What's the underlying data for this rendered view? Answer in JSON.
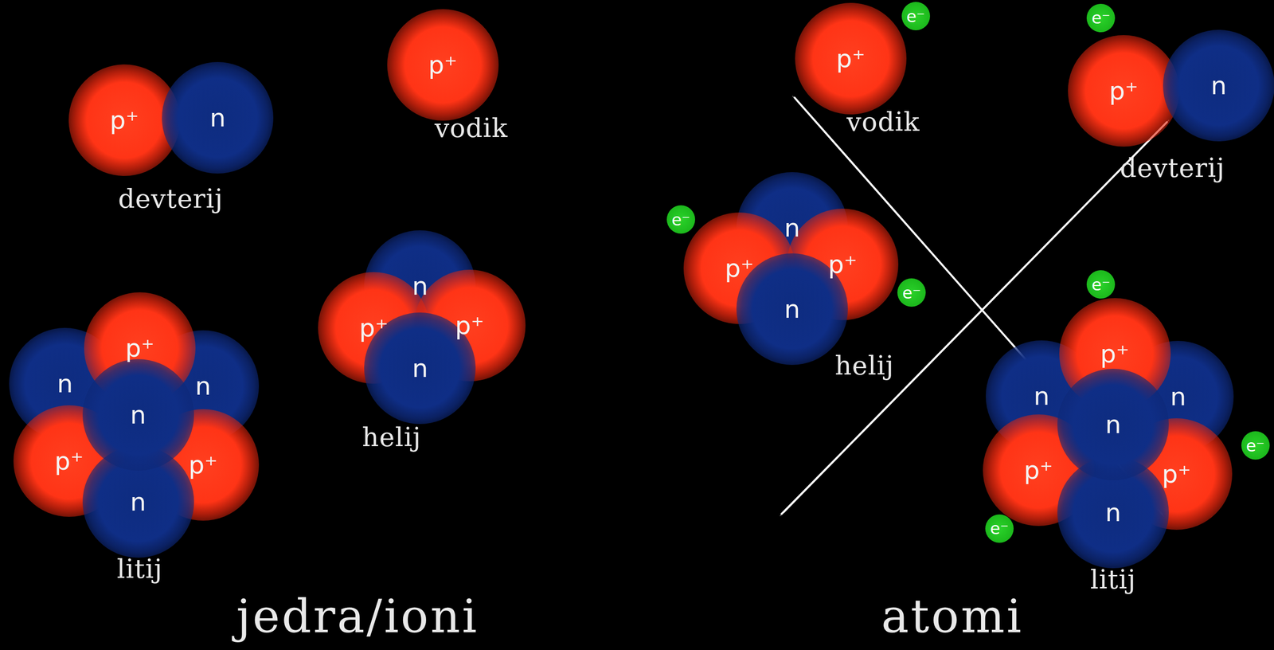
{
  "diagram": {
    "nodes": [
      {
        "text": [
          "p⁺"
        ]
      },
      {
        "text": [
          "n"
        ]
      },
      {
        "text": [
          "p⁺"
        ]
      },
      {
        "text": [
          "n"
        ]
      },
      {
        "text": [
          "n"
        ]
      },
      {
        "text": [
          "p⁺"
        ]
      },
      {
        "text": [
          "p⁺"
        ]
      },
      {
        "text": [
          "p⁺"
        ]
      },
      {
        "text": [
          "n"
        ]
      },
      {
        "text": [
          "n"
        ]
      },
      {
        "text": [
          "n"
        ]
      },
      {
        "text": [
          "p⁺"
        ]
      },
      {
        "text": [
          "p⁺"
        ]
      },
      {
        "text": [
          "n"
        ]
      },
      {
        "text": [
          "p⁺"
        ]
      },
      {
        "text": [
          "e⁻"
        ]
      },
      {
        "text": [
          "e⁻"
        ]
      },
      {
        "text": [
          "p⁺"
        ]
      },
      {
        "text": [
          "n"
        ]
      },
      {
        "text": [
          "e⁻"
        ]
      },
      {
        "text": [
          "n"
        ]
      },
      {
        "text": [
          "p⁺"
        ]
      },
      {
        "text": [
          "p⁺"
        ]
      },
      {
        "text": [
          "n"
        ]
      },
      {
        "text": [
          "e⁻"
        ]
      },
      {
        "text": [
          "e⁻"
        ]
      },
      {
        "text": [
          "n"
        ]
      },
      {
        "text": [
          "n"
        ]
      },
      {
        "text": [
          "p⁺"
        ]
      },
      {
        "text": [
          "p⁺"
        ]
      },
      {
        "text": [
          "p⁺"
        ]
      },
      {
        "text": [
          "n"
        ]
      },
      {
        "text": [
          "n"
        ]
      },
      {
        "text": [
          "e⁻"
        ]
      },
      {
        "text": [
          "e⁻"
        ]
      }
    ],
    "labels": [
      "devterij",
      "vodik",
      "litij",
      "helij",
      "jedra/ioni",
      "vodik",
      "devterij",
      "helij",
      "litij",
      "atomi"
    ]
  }
}
